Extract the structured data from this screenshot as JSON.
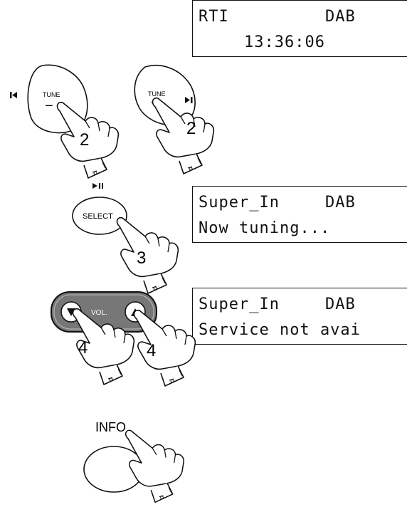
{
  "displays": [
    {
      "left": "RTI",
      "right": "DAB",
      "line2": "13:36:06"
    },
    {
      "left": "Super_In",
      "right": "DAB",
      "line2": "Now tuning..."
    },
    {
      "left": "Super_In",
      "right": "DAB",
      "line2": "Service not avai"
    }
  ],
  "buttons": {
    "tune_label": "TUNE",
    "tune_minus": "−",
    "tune_plus": "+",
    "select_label": "SELECT",
    "vol_label": "VOL.",
    "info_label": "INFO"
  },
  "steps": {
    "tune_down_step": "2",
    "tune_up_step": "2",
    "select_step": "3",
    "vol_down_step": "4",
    "vol_up_step": "4"
  },
  "icons": {
    "prev_icon": "skip-back-icon",
    "next_icon": "skip-forward-icon",
    "play_pause_icon": "play-pause-icon",
    "down_icon": "triangle-down-icon",
    "up_icon": "triangle-up-icon"
  }
}
